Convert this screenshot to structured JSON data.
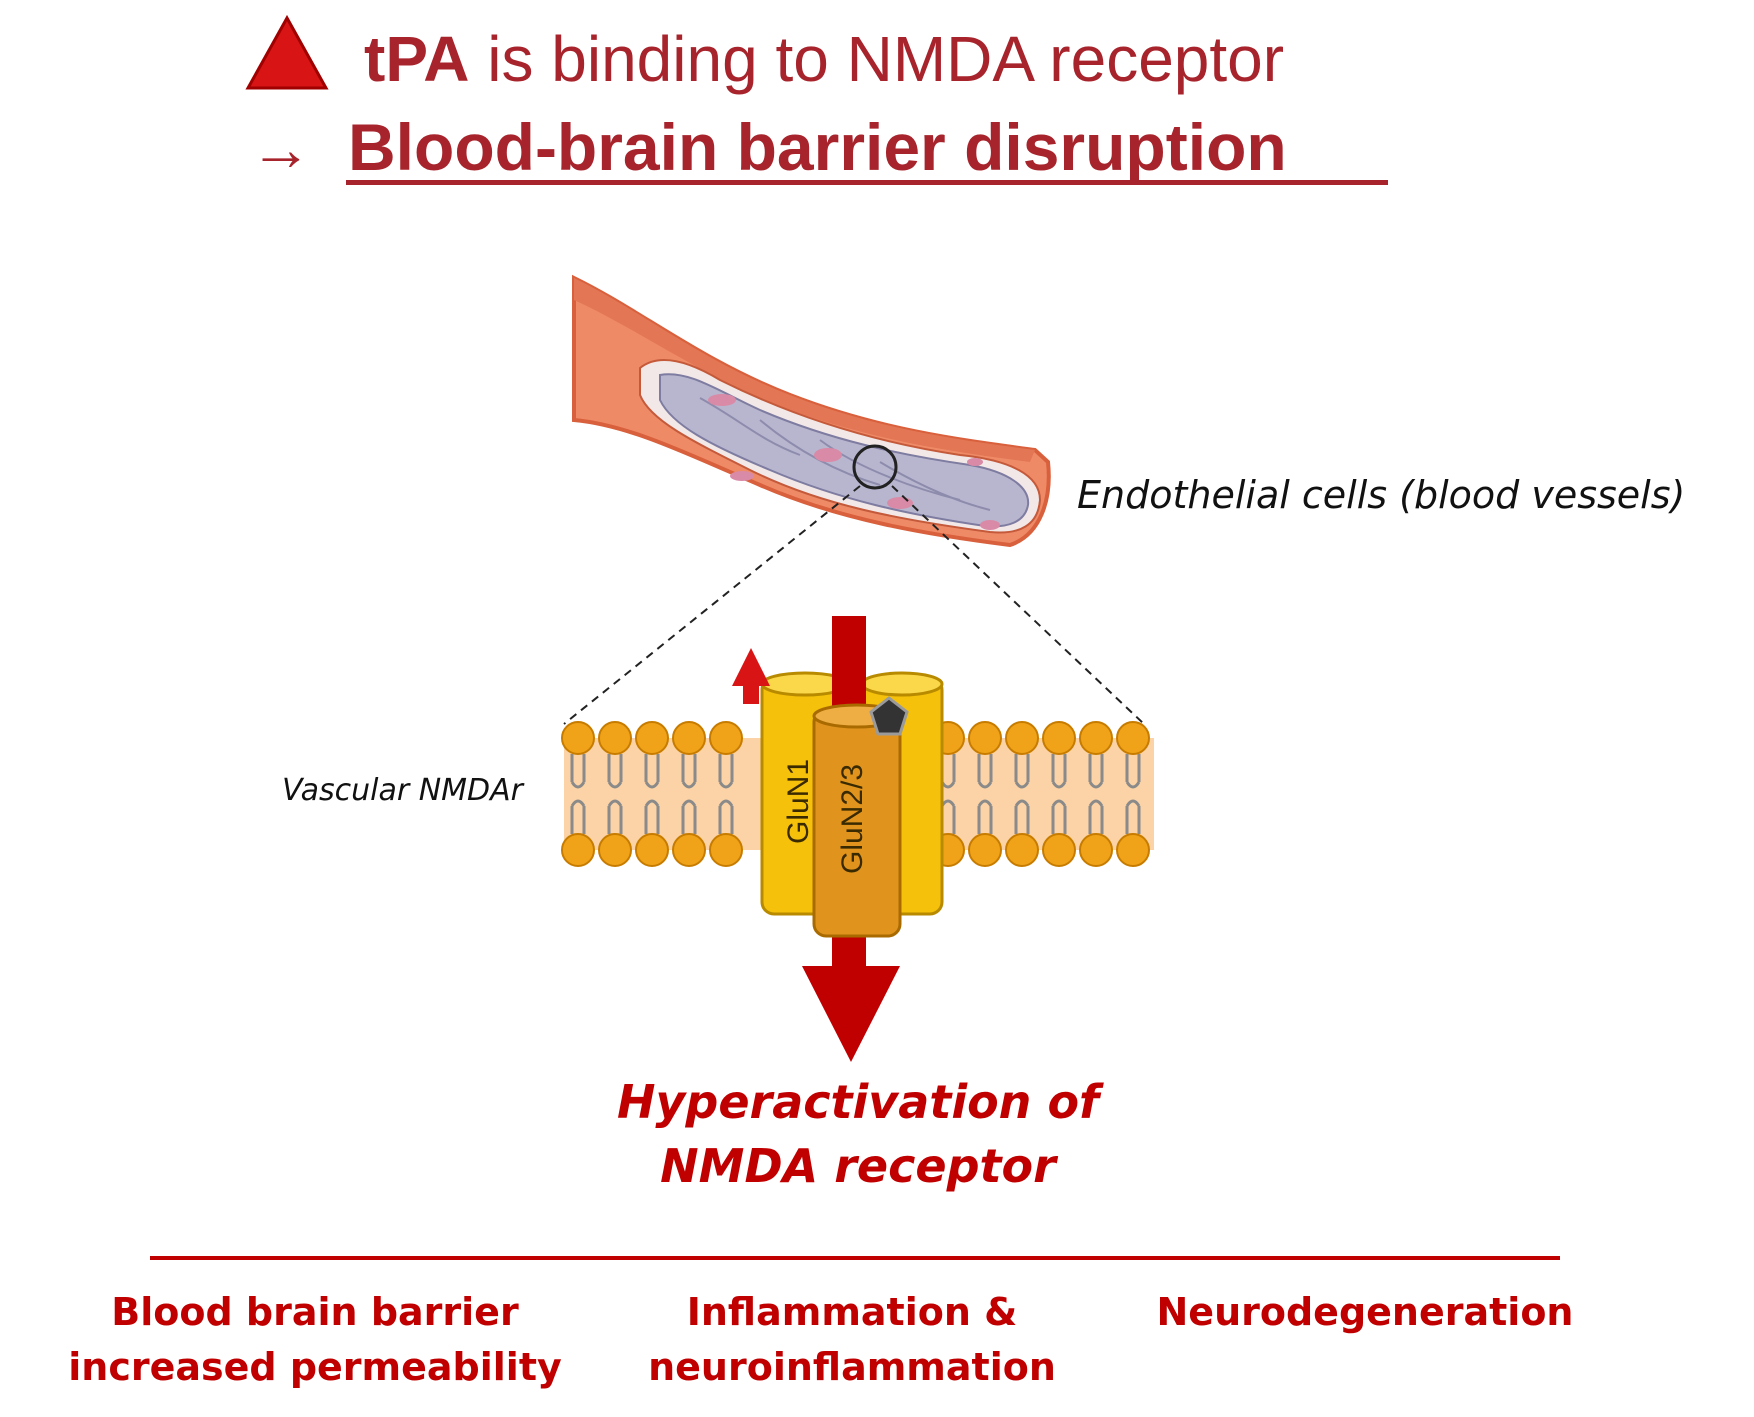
{
  "colors": {
    "accent_red": "#a8242c",
    "bright_red": "#c00000",
    "vessel_outer": "#ef8a67",
    "vessel_dark": "#d9603c",
    "vessel_inner": "#b8b6cf",
    "membrane_head": "#f0a318",
    "membrane_fill": "#fbd3a6",
    "glun1": "#f6c10a",
    "glun23": "#e0941e"
  },
  "header": {
    "line1_bold": "tPA",
    "line1_rest": "is binding to NMDA receptor",
    "line2_arrow": "→",
    "line2_text": "Blood-brain barrier disruption"
  },
  "labels": {
    "endothelial": "Endothelial cells (blood vessels)",
    "vascular": "Vascular NMDAr",
    "glun1": "GluN1",
    "glun23": "GluN2/3"
  },
  "result": {
    "line1": "Hyperactivation of",
    "line2": "NMDA receptor"
  },
  "outcomes": [
    {
      "line1": "Blood brain barrier",
      "line2": "increased permeability"
    },
    {
      "line1": "Inflammation &",
      "line2": "neuroinflammation"
    },
    {
      "line1": "Neurodegeneration",
      "line2": ""
    }
  ],
  "icons": [
    "up-triangle-icon",
    "up-arrow-icon",
    "down-arrow-icon",
    "pentagon-ligand-icon",
    "zoom-circle-icon"
  ]
}
